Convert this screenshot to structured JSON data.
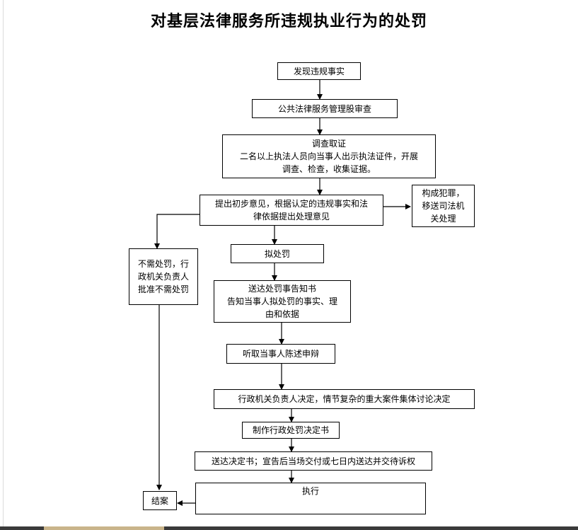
{
  "title": "对基层法律服务所违规执业行为的处罚",
  "nodes": {
    "discover": [
      "发现违规事实"
    ],
    "review": [
      "公共法律服务管理股审查"
    ],
    "investigate": [
      "调查取证",
      "二名以上执法人员向当事人出示执法证件，开展",
      "调查、检查，收集证据。"
    ],
    "opinion": [
      "提出初步意见，根据认定的违规事实和法",
      "律依据提出处理意见"
    ],
    "crime": [
      "构成犯罪，",
      "移送司法机",
      "关处理"
    ],
    "no_penalty": [
      "不需处罚，行",
      "政机关负责人",
      "批准不需处罚"
    ],
    "propose": [
      "拟处罚"
    ],
    "notify": [
      "送达处罚事告知书",
      "告知当事人拟处罚的事实、理",
      "由和依据"
    ],
    "hearing": [
      "听取当事人陈述申辩"
    ],
    "decide": [
      "行政机关负责人决定，情节复杂的重大案件集体讨论决定"
    ],
    "make_decision": [
      "制作行政处罚决定书"
    ],
    "deliver": [
      "送达决定书；宣告后当场交付或七日内送达并交待诉权"
    ],
    "execute": [
      "执行"
    ],
    "close": [
      "结案"
    ]
  }
}
